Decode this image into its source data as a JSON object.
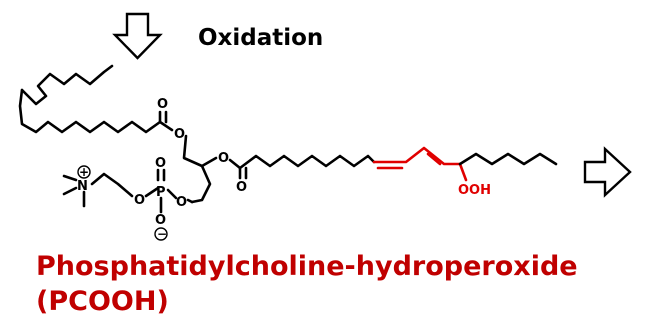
{
  "arrow_heading": "Oxidation",
  "atoms": {
    "carbonyl_oxygen_1": "O",
    "ester_oxygen_1": "O",
    "ester_oxygen_2": "O",
    "carbonyl_oxygen_2": "O",
    "nitrogen": "N",
    "phosphate_ester_oxygen_1": "O",
    "phosphorus": "P",
    "phosphate_ester_oxygen_2": "O",
    "phosphate_double_oxygen": "O",
    "phosphate_anion_oxygen": "O",
    "hydroperoxide": "OOH"
  },
  "charges": {
    "positive": "+",
    "negative": "−"
  },
  "title": {
    "line1": "Phosphatidylcholine-hydroperoxide",
    "line2": "(PCOOH)"
  },
  "colors": {
    "title": "#c00000",
    "oxidized_segment": "#e00000",
    "bonds": "#000000"
  },
  "icons": [
    "down-arrow-icon",
    "right-arrow-icon"
  ]
}
